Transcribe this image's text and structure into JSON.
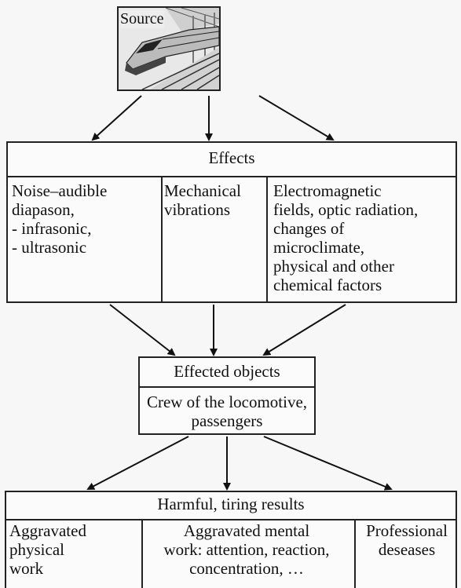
{
  "source": {
    "label": "Source",
    "image": "high-speed-train-illustration"
  },
  "effects": {
    "title": "Effects",
    "columns": [
      "Noise–audible\ndiapason,\n  - infrasonic,\n  - ultrasonic",
      "Mechanical\nvibrations",
      "Electromagnetic\nfields, optic radiation,\nchanges of\nmicroclimate,\nphysical and other\nchemical factors"
    ]
  },
  "effected_objects": {
    "title": "Effected objects",
    "body": "Crew of the locomotive,\npassengers"
  },
  "results": {
    "title": "Harmful, tiring results",
    "columns": [
      "Aggravated\nphysical\nwork",
      "Aggravated mental\nwork: attention, reaction,\nconcentration, …",
      "Professional\ndeseases"
    ]
  }
}
